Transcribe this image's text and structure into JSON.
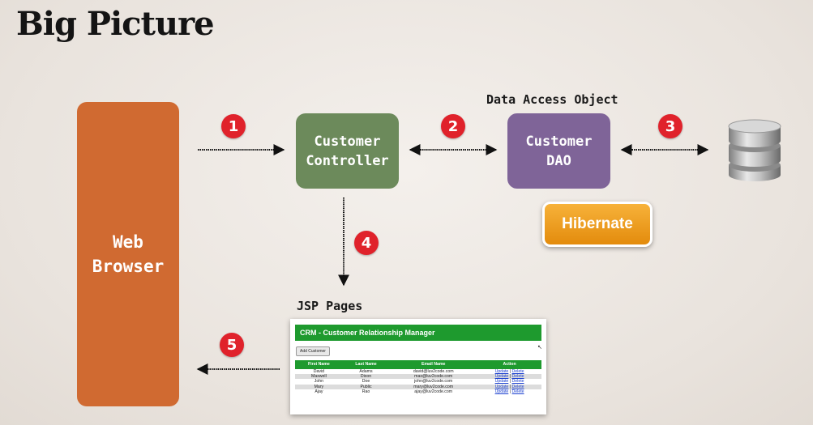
{
  "title": "Big Picture",
  "nodes": {
    "web_browser": "Web\nBrowser",
    "customer_controller": "Customer\nController",
    "customer_dao": "Customer\nDAO",
    "hibernate": "Hibernate"
  },
  "labels": {
    "dao_caption": "Data Access Object",
    "jsp_caption": "JSP Pages"
  },
  "steps": [
    "1",
    "2",
    "3",
    "4",
    "5"
  ],
  "icons": {
    "database": "database-icon"
  },
  "colors": {
    "browser": "#d06a31",
    "controller": "#6c8a5b",
    "dao": "#7f6498",
    "hibernate": "#f0a020",
    "step_badge": "#e0222b",
    "crm_green": "#1e9a2e"
  },
  "crm": {
    "header": "CRM - Customer Relationship Manager",
    "add_button": "Add Customer",
    "columns": [
      "First Name",
      "Last Name",
      "Email Name",
      "Action"
    ],
    "update_label": "Update",
    "delete_label": "Delete",
    "separator": "|",
    "rows": [
      [
        "David",
        "Adams",
        "david@luv2code.com"
      ],
      [
        "Maxwell",
        "Dixon",
        "max@luv2code.com"
      ],
      [
        "John",
        "Doe",
        "john@luv2code.com"
      ],
      [
        "Mary",
        "Public",
        "mary@luv2code.com"
      ],
      [
        "Ajay",
        "Rao",
        "ajay@luv2code.com"
      ]
    ]
  }
}
